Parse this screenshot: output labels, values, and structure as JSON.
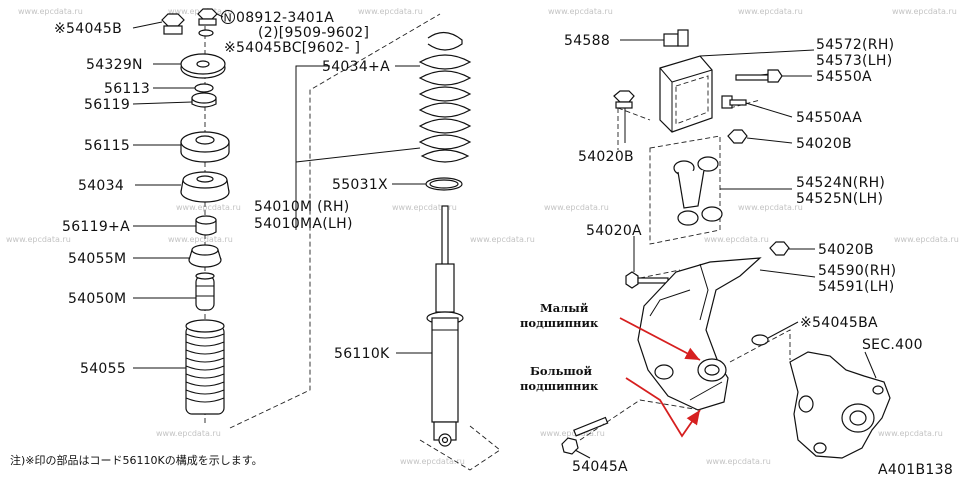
{
  "watermark": "www.epcdata.ru",
  "labels": {
    "p54045b": "※54045B",
    "p08912": "08912-3401A",
    "p08912_sub": "(2)[9509-9602]",
    "p54045bc": "※54045BC[9602-    ]",
    "p54329n": "54329N",
    "p56113": "56113",
    "p56119": "56119",
    "p56115": "56115",
    "p54034": "54034",
    "p56119a": "56119+A",
    "p54055m": "54055M",
    "p54050m": "54050M",
    "p54055": "54055",
    "p54034a": "54034+A",
    "p54010m": "54010M (RH)",
    "p54010ma": "54010MA(LH)",
    "p55031x": "55031X",
    "p56110k": "56110K",
    "p54588": "54588",
    "p54572": "54572(RH)",
    "p54573": "54573(LH)",
    "p54550a": "54550A",
    "p54550aa": "54550AA",
    "p54020b_l": "54020B",
    "p54020b_r1": "54020B",
    "p54524n": "54524N(RH)",
    "p54525n": "54525N(LH)",
    "p54020a": "54020A",
    "p54020b_r2": "54020B",
    "p54590": "54590(RH)",
    "p54591": "54591(LH)",
    "p54045ba": "※54045BA",
    "sec400": "SEC.400",
    "p54045a": "54045A",
    "small_bearing_1": "Малый",
    "small_bearing_2": "подшипник",
    "big_bearing_1": "Большой",
    "big_bearing_2": "подшипник",
    "note": "注)※印の部品はコード56110Kの構成を示します。",
    "diagram_code": "A401B138"
  },
  "symbols": {
    "circled_n": "N",
    "circled_n_icon": "circled-letter-n-icon"
  },
  "colors": {
    "line": "#111111",
    "annotation_arrow": "#d61f1f",
    "watermark": "#c4c4c4"
  }
}
